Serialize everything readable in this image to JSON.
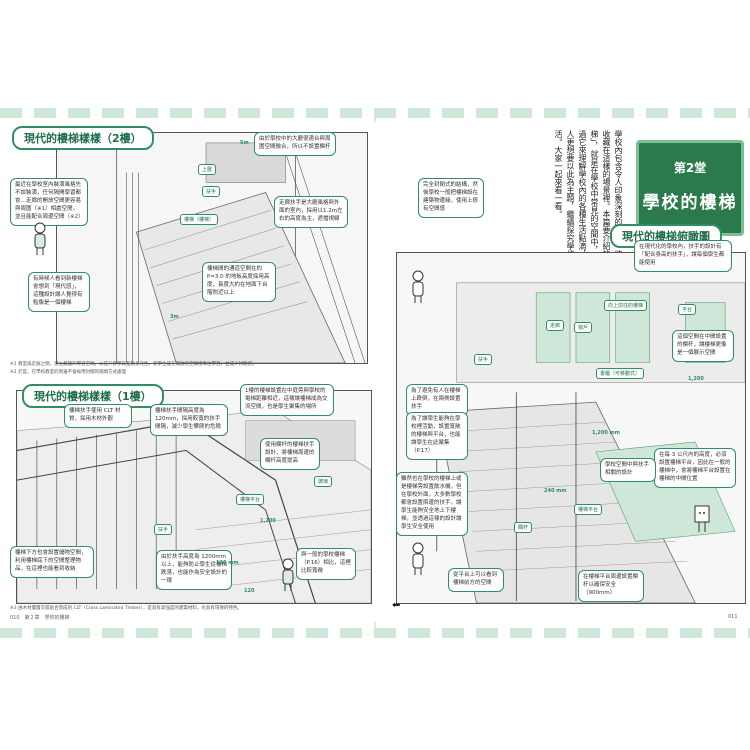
{
  "left_page": {
    "section1_title": "現代的樓梯樣樣（2樓）",
    "section2_title": "現代的樓梯樣樣（1樓）",
    "note_left_1": "最近在學校室內裝潢風格先不談裝潢，任何隔開學習都會…走廊的開放空間更容易與周圍（※1）相處空閒，並且能配合周邊空間（※2）",
    "note_left_2": "有時候人看到新樓梯會想到「現代感」，這種設計讓人覺得有點像是一個樓梯",
    "note_top_right": "由於學校中的大廳很適合與周圍空間融合，所以不設置欄杆",
    "note_mid_right": "走廊扶手是大廳風格與外面的室內，採用以1.2m左右的高度為主，遮擋視線",
    "note_center": "樓梯間的通道空間在約 P=3.0 的地板高度採用高度，長度大約在地面下台階附近以上",
    "caption_1": "※1 教室與走廊之間，建立無牆的學習空間，以提升教學與互動多元性，使學生能在開放的空間裡專注學習，並減少封閉感。",
    "caption_2": "※2 於是，在學校教室的周邊不會採用封閉的隔間方式處理",
    "note_b1": "樓梯扶手使用 CLT 材質，採用木材外觀",
    "note_b2": "樓梯扶手間隔高度為 120mm，採用較寬的扶手間隔，減少學生攀爬的危險",
    "note_b3": "1樓的樓梯設置在中庭旁與學校的電梯距離相近，這樣讓樓梯成為交流空間，也是學生聚集的場所",
    "note_b4": "使用欄杆的樓梯扶手設計，將樓梯周邊的欄杆高度提高",
    "note_b5": "樓梯下方也會設置儲物空間，利用樓梯底下的空間整理物品，在這裡也能看到收納",
    "note_b6": "由於扶手高度為 1200mm 以上，能夠防止學生從樓梯跌落，也能作為安全設計的一環",
    "note_b7": "與一般的學校樓梯（P.16）相比，這裡比較寬敞",
    "caption_3": "※3 由木材層層交錯貼合而成的 CLT（Cross Laminated Timber），是具有高強度的建築材料，也具有環保的特色。",
    "folio_left": "010　第２章　學校的樓梯",
    "tag_upper": "上層",
    "tag_handrail": "扶手",
    "tag_stair": "樓梯（樓梯）",
    "tag_level": "樓梯平台",
    "tag_glass": "玻璃",
    "tag_rail": "扶手",
    "dim_5m": "5m",
    "dim_3m": "3m",
    "dim_1200": "1,200",
    "dim_120": "120",
    "dim_120mm": "120 mm"
  },
  "right_page": {
    "chapter_no": "第2堂",
    "chapter_title": "學校的樓梯",
    "intro_text": "學校內包含令人印象深刻的場景，將學生收藏在這樣的場景裡。本篇要介紹的「樓梯」，就是在學校中常見的空間中，能夠透過它來理解學校內的各種生活點滴，也讓人更想要以此為主題，繼續探究學校生活。大家一起來看一看。",
    "section_title": "現代的樓梯俯瞰圖",
    "note_r1": "完全封閉式的結構，然後學校一般把樓梯設在建築物邊緣，使用上很有空間感",
    "note_r2": "在現代化的學校內，扶手的設計有「配合身高的扶手」，讓每個學生都能使用",
    "note_r3": "這個空間在中間設置的欄杆，讓樓梯更像是一個展示空間",
    "note_r4": "為了避免有人在樓梯上跌倒，在兩側設置扶手",
    "note_r5": "為了讓學生能夠在學校裡活動，設置寬敞的樓梯與平台，也能讓學生在此聚集（P.17）",
    "note_r6": "在每 3 公尺內的高度，必須設置樓梯平台，因此在一般的樓梯中，會將樓梯平台設置在樓梯的中間位置",
    "note_r7": "雖然也在學校的樓梯上或是樓梯旁設置飲水機，但在學校外面，大多數學校都會設置兩邊的扶手，讓學生能夠安全地上下樓梯，並透過這樣的設計讓學生安全使用",
    "note_r8": "學校空間中與扶手相關的設計",
    "note_r9": "在樓梯平台周邊設置欄杆以確保安全（900mm）",
    "note_r10": "從平台上可以看到樓梯前方的空間",
    "tag_upstairs": "向上前往的樓梯",
    "tag_hallway": "走廊",
    "tag_handrail": "扶手",
    "tag_stair_landing": "平台",
    "tag_storage": "書櫃（可移動式）",
    "tag_window": "窗戶",
    "tag_landing": "樓梯平台",
    "tag_rail_r": "欄杆",
    "dim_1200": "1,200 mm",
    "dim_240": "240 mm",
    "dim_1200b": "1,200",
    "folio_right": "011"
  }
}
